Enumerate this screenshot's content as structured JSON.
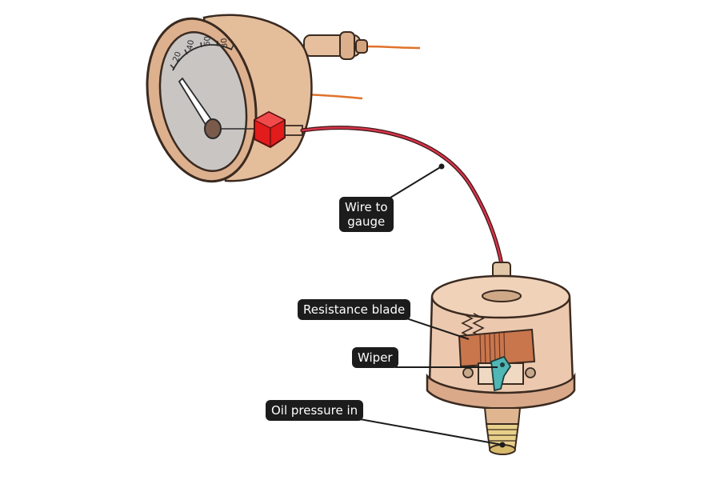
{
  "diagram": {
    "gauge": {
      "dial_labels": [
        "20",
        "40",
        "60",
        "80"
      ]
    },
    "labels": {
      "wire_to_gauge": [
        "Wire to",
        "gauge"
      ],
      "resistance_blade": "Resistance blade",
      "wiper": "Wiper",
      "oil_pressure_in": "Oil pressure in"
    },
    "colors": {
      "gauge_body": "#e7bf9d",
      "gauge_face": "#c8c5c3",
      "sender_body": "#ecc8ac",
      "wire": "#c2263b",
      "connector": "#e21b1b",
      "resistance_blade": "#c9764d",
      "wiper": "#4fb7b5",
      "label_bg": "#1c1c1c",
      "label_text": "#ffffff"
    }
  }
}
